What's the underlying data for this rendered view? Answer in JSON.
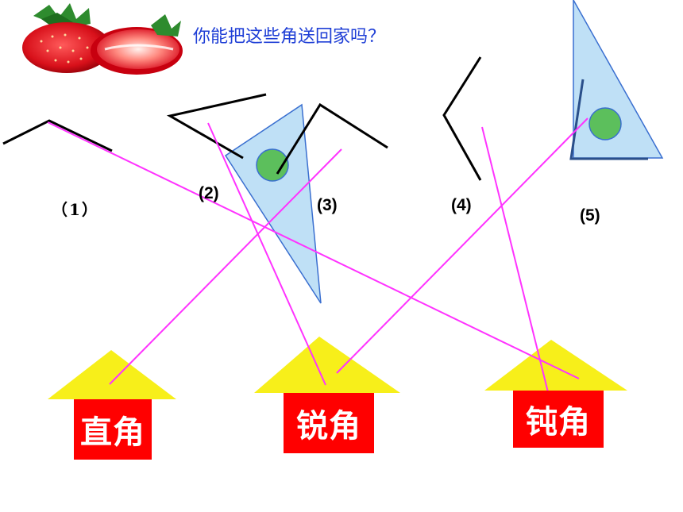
{
  "title": "你能把这些角送回家吗？",
  "angle_labels": [
    "（1）",
    "(2)",
    "(3)",
    "(4)",
    "(5)"
  ],
  "houses": [
    {
      "label": "直角"
    },
    {
      "label": "锐角"
    },
    {
      "label": "钝角"
    }
  ],
  "icons": {
    "decoration": "strawberry-icon"
  },
  "colors": {
    "title_text": "#1f3fd6",
    "roof": "#f7ef1a",
    "house": "#ff0000",
    "house_text": "#ffffff",
    "connector": "#ff33ff",
    "triangle_fill": "#bfe0f6",
    "triangle_stroke": "#3a6fd0",
    "dot": "#5cbf5c"
  }
}
